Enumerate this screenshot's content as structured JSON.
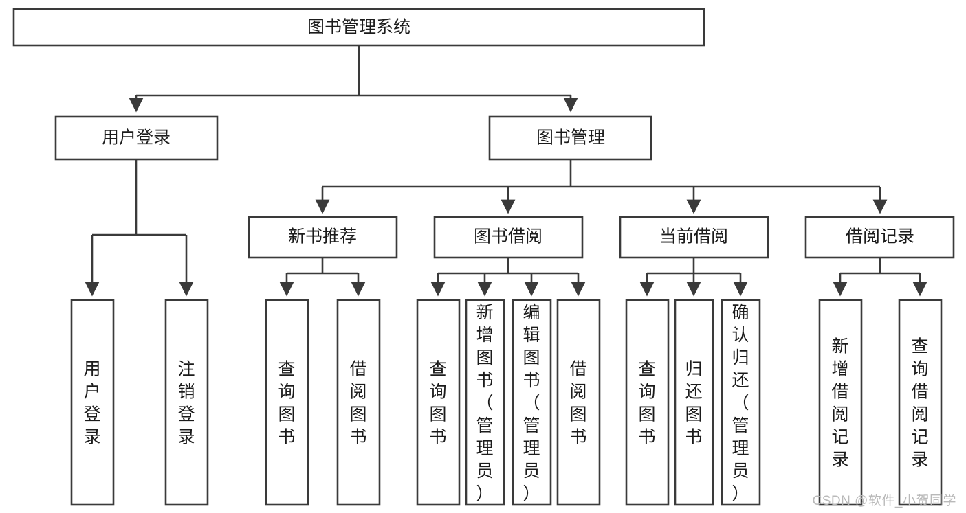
{
  "diagram": {
    "title": "图书管理系统",
    "type": "tree-hierarchy-chart",
    "orientation": "top-down",
    "colors": {
      "stroke": "#3a3a3a",
      "fill": "#ffffff",
      "text": "#1b1b1b",
      "watermark": "#b9b9b9"
    },
    "root": {
      "label": "图书管理系统"
    },
    "level2": [
      {
        "label": "用户登录"
      },
      {
        "label": "图书管理"
      }
    ],
    "level3": [
      {
        "label": "新书推荐"
      },
      {
        "label": "图书借阅"
      },
      {
        "label": "当前借阅"
      },
      {
        "label": "借阅记录"
      }
    ],
    "leaves": {
      "user_login": [
        {
          "label": "用户登录"
        },
        {
          "label": "注销登录"
        }
      ],
      "new_book_recommend": [
        {
          "label": "查询图书"
        },
        {
          "label": "借阅图书"
        }
      ],
      "book_borrow": [
        {
          "label": "查询图书"
        },
        {
          "label": "新增图书（管理员）"
        },
        {
          "label": "编辑图书（管理员）"
        },
        {
          "label": "借阅图书"
        }
      ],
      "current_borrow": [
        {
          "label": "查询图书"
        },
        {
          "label": "归还图书"
        },
        {
          "label": "确认归还（管理员）"
        }
      ],
      "borrow_record": [
        {
          "label": "新增借阅记录"
        },
        {
          "label": "查询借阅记录"
        }
      ]
    }
  },
  "watermark": {
    "text": "CSDN @软件_小贺同学"
  }
}
